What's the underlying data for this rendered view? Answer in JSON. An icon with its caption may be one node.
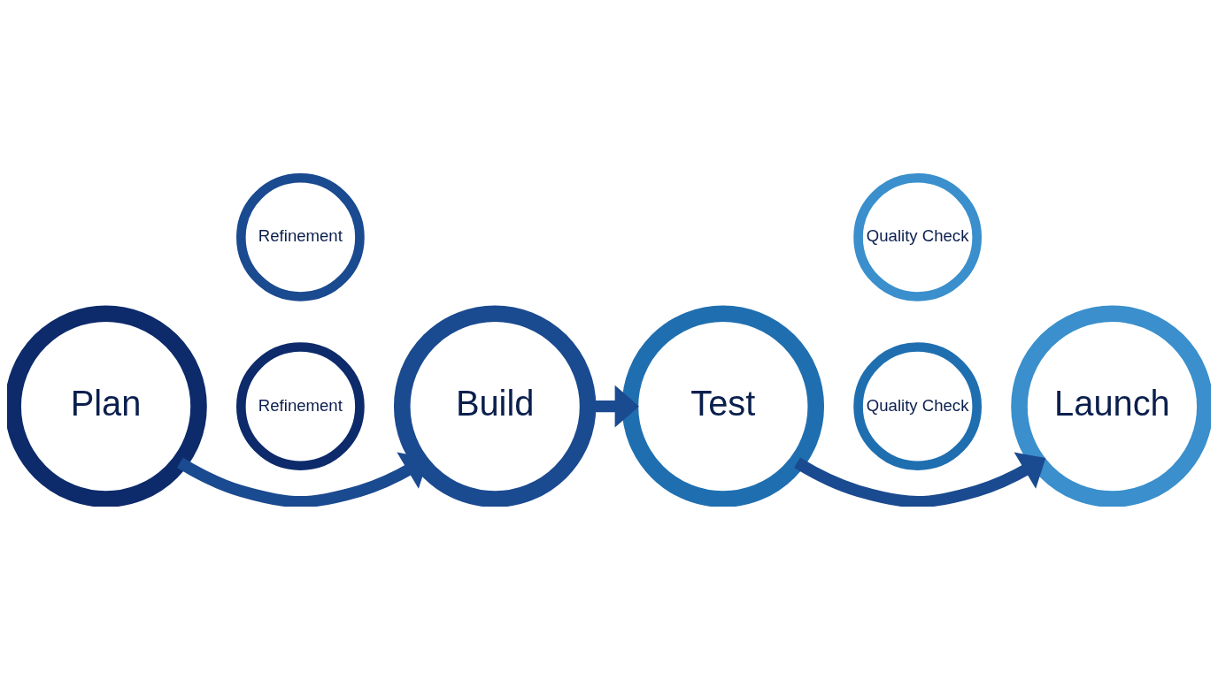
{
  "diagram": {
    "nodes": [
      {
        "text": [
          "Plan"
        ]
      },
      {
        "text": [
          "Refinement"
        ]
      },
      {
        "text": [
          "Refinement"
        ]
      },
      {
        "text": [
          "Build"
        ]
      },
      {
        "text": [
          "Test"
        ]
      },
      {
        "text": [
          "Quality Check"
        ]
      },
      {
        "text": [
          "Quality Check"
        ]
      },
      {
        "text": [
          "Launch"
        ]
      }
    ],
    "edges": [
      {
        "from": 0,
        "to": 3,
        "arrow": "to"
      },
      {
        "from": 3,
        "to": 4,
        "arrow": "to"
      },
      {
        "from": 4,
        "to": 7,
        "arrow": "to"
      }
    ]
  }
}
